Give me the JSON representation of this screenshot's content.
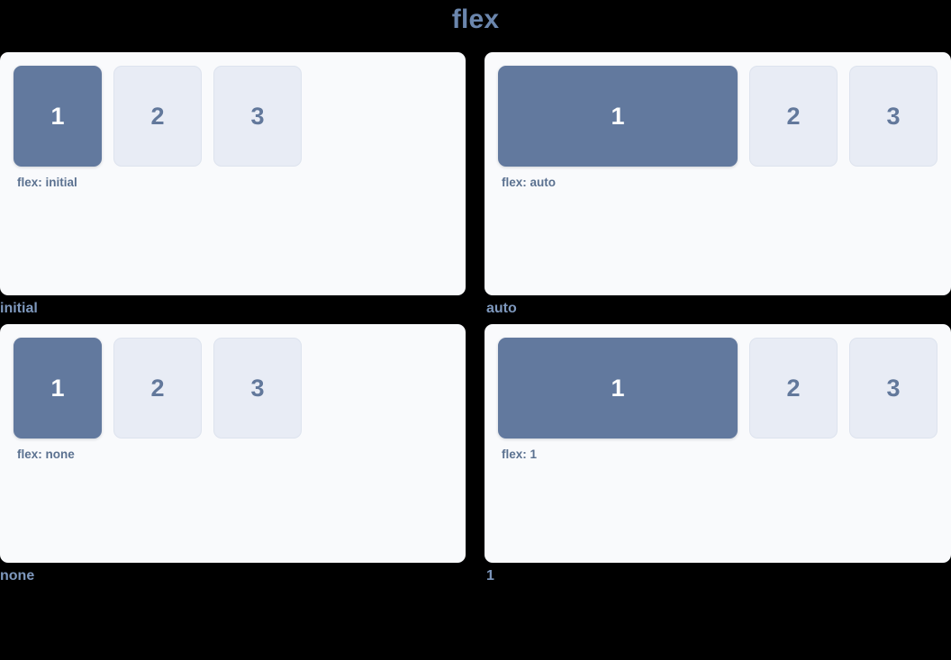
{
  "title": "flex",
  "colors": {
    "background": "#000000",
    "panel_background": "#f9fafc",
    "primary_box": "#62799e",
    "secondary_box": "#e8ecf5",
    "title_text": "#6b86ad",
    "caption_text": "#7e98bd",
    "inner_label_text": "#5b7190",
    "primary_box_text": "#ffffff",
    "secondary_box_text": "#62789b"
  },
  "panels": [
    {
      "caption": "initial",
      "inner_label": "flex: initial",
      "mode": "initial",
      "boxes": [
        "1",
        "2",
        "3"
      ]
    },
    {
      "caption": "auto",
      "inner_label": "flex: auto",
      "mode": "auto",
      "boxes": [
        "1",
        "2",
        "3"
      ]
    },
    {
      "caption": "none",
      "inner_label": "flex: none",
      "mode": "none",
      "boxes": [
        "1",
        "2",
        "3"
      ]
    },
    {
      "caption": "1",
      "inner_label": "flex: 1",
      "mode": "one",
      "boxes": [
        "1",
        "2",
        "3"
      ]
    }
  ]
}
